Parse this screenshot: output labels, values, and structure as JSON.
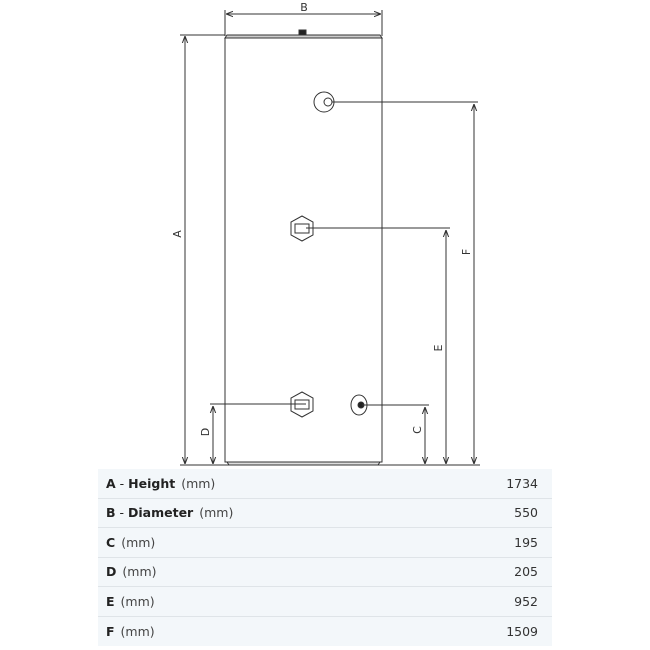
{
  "diagram": {
    "labels": {
      "A": "A",
      "B": "B",
      "C": "C",
      "D": "D",
      "E": "E",
      "F": "F"
    }
  },
  "table": {
    "rows": [
      {
        "key": "A",
        "sep": " - ",
        "name": "Height",
        "unit": "(mm)",
        "value": "1734"
      },
      {
        "key": "B",
        "sep": " - ",
        "name": "Diameter",
        "unit": "(mm)",
        "value": "550"
      },
      {
        "key": "C",
        "sep": "",
        "name": "",
        "unit": "(mm)",
        "value": "195"
      },
      {
        "key": "D",
        "sep": "",
        "name": "",
        "unit": "(mm)",
        "value": "205"
      },
      {
        "key": "E",
        "sep": "",
        "name": "",
        "unit": "(mm)",
        "value": "952"
      },
      {
        "key": "F",
        "sep": "",
        "name": "",
        "unit": "(mm)",
        "value": "1509"
      }
    ]
  }
}
